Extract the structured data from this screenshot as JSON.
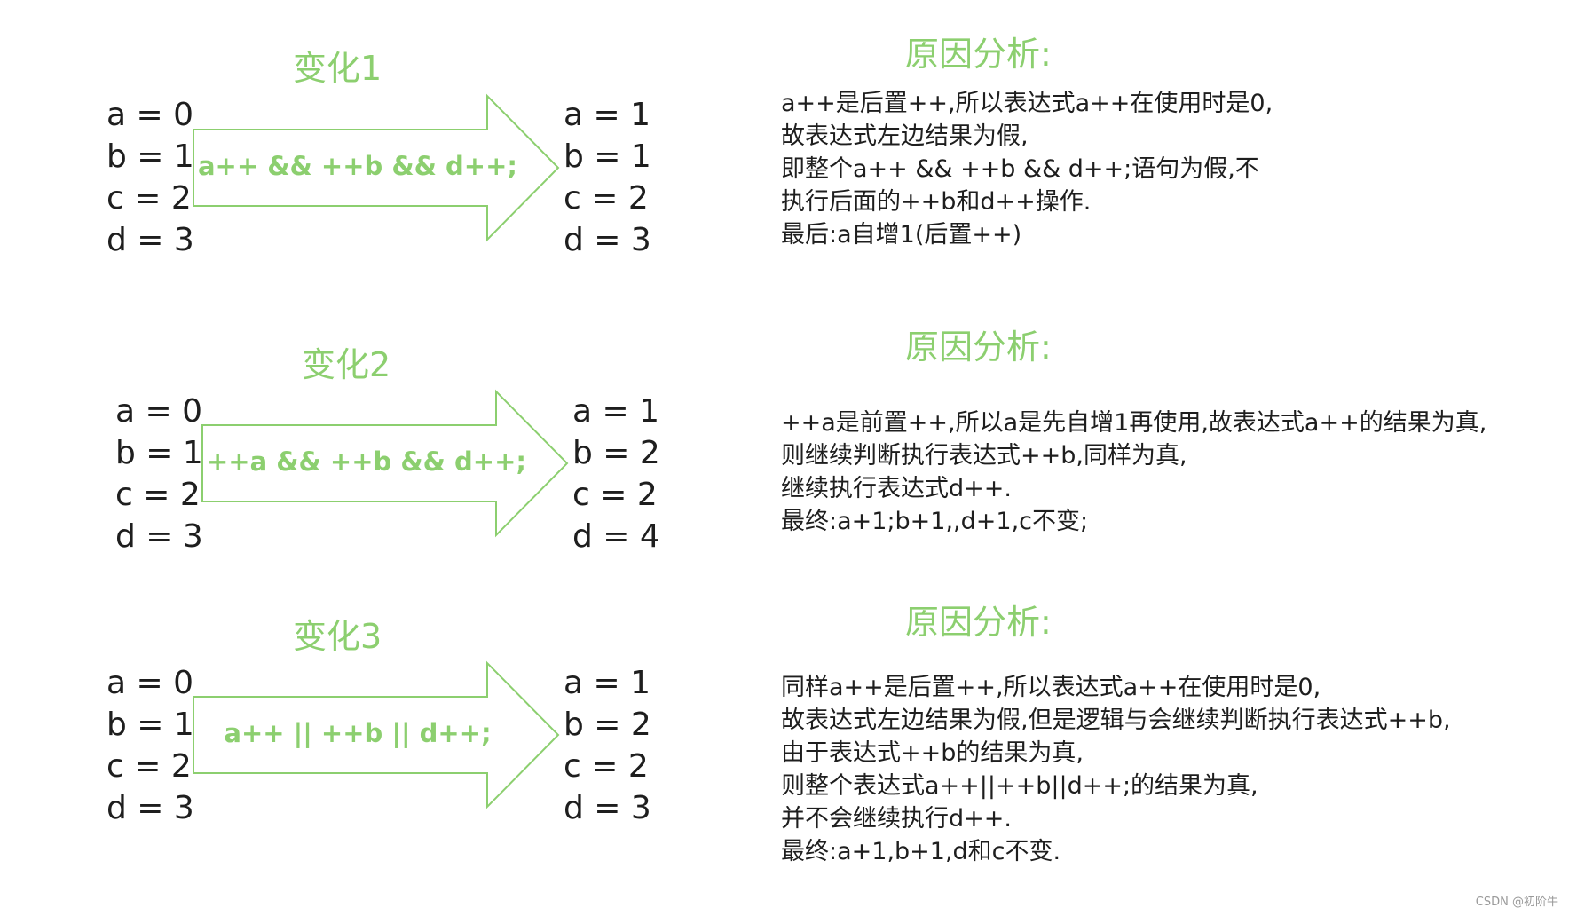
{
  "panels": [
    {
      "title": "变化1",
      "before": [
        "a = 0",
        "b = 1",
        "c = 2",
        "d = 3"
      ],
      "expression": "a++ && ++b && d++;",
      "after": [
        "a = 1",
        "b = 1",
        "c = 2",
        "d = 3"
      ],
      "analysis_title": "原因分析:",
      "analysis_lines": [
        "a++是后置++,所以表达式a++在使用时是0,",
        "故表达式左边结果为假,",
        "即整个a++ && ++b && d++;语句为假,不",
        "执行后面的++b和d++操作.",
        "最后:a自增1(后置++)"
      ]
    },
    {
      "title": "变化2",
      "before": [
        "a = 0",
        "b = 1",
        "c = 2",
        "d = 3"
      ],
      "expression": "++a && ++b && d++;",
      "after": [
        "a = 1",
        "b = 2",
        "c = 2",
        "d = 4"
      ],
      "analysis_title": "原因分析:",
      "analysis_lines": [
        "++a是前置++,所以a是先自增1再使用,故表达式a++的结果为真,",
        "则继续判断执行表达式++b,同样为真,",
        "继续执行表达式d++.",
        "最终:a+1;b+1,,d+1,c不变;"
      ]
    },
    {
      "title": "变化3",
      "before": [
        "a = 0",
        "b = 1",
        "c = 2",
        "d = 3"
      ],
      "expression": "a++ || ++b || d++;",
      "after": [
        "a = 1",
        "b = 2",
        "c = 2",
        "d = 3"
      ],
      "analysis_title": "原因分析:",
      "analysis_lines": [
        "同样a++是后置++,所以表达式a++在使用时是0,",
        "故表达式左边结果为假,但是逻辑与会继续判断执行表达式++b,",
        "由于表达式++b的结果为真,",
        "则整个表达式a++||++b||d++;的结果为真,",
        "并不会继续执行d++.",
        "最终:a+1,b+1,d和c不变."
      ]
    }
  ],
  "watermark": "CSDN @初阶牛",
  "colors": {
    "accent_green": "#8ccf6f",
    "text": "#1e1e1e",
    "watermark": "#999999"
  }
}
